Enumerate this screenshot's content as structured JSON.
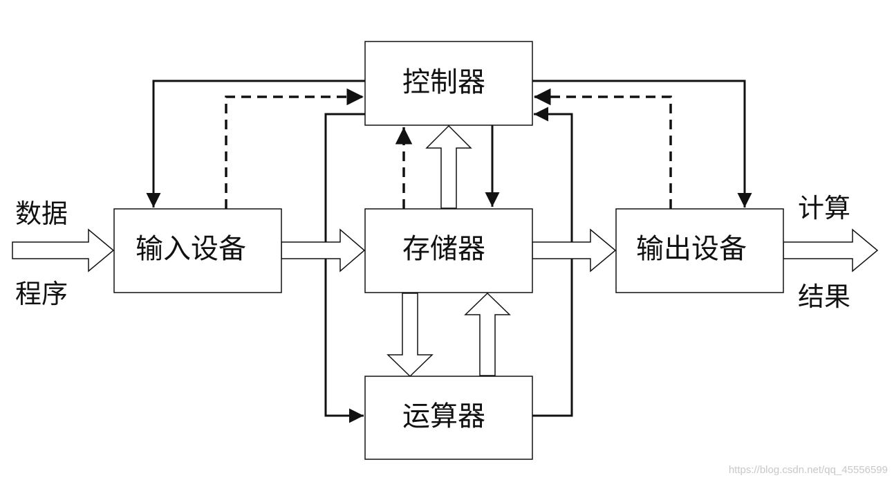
{
  "boxes": {
    "controller": "控制器",
    "input_device": "输入设备",
    "memory": "存储器",
    "output_device": "输出设备",
    "alu": "运算器"
  },
  "side_labels": {
    "input_top": "数据",
    "input_bottom": "程序",
    "output_top": "计算",
    "output_bottom": "结果"
  },
  "watermark": "https://blog.csdn.net/qq_45556599",
  "colors": {
    "line": "#111111",
    "box_fill": "#ffffff",
    "background": "#ffffff"
  }
}
